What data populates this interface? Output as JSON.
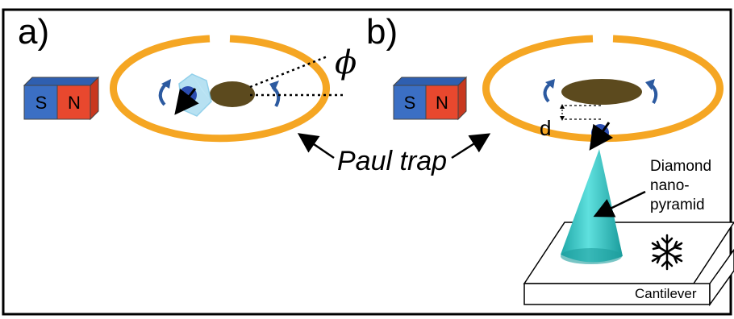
{
  "panels": {
    "a": {
      "label": "a)"
    },
    "b": {
      "label": "b)"
    }
  },
  "magnets": {
    "south_label": "S",
    "north_label": "N"
  },
  "labels": {
    "phi": "ϕ",
    "d": "d",
    "paul_trap": "Paul trap",
    "diamond_lines": [
      "Diamond",
      "nano-",
      "pyramid"
    ],
    "cantilever": "Cantilever"
  },
  "colors": {
    "trap_ring": "#F5A623",
    "magnet_south": "#3B6FC4",
    "magnet_north": "#E8482E",
    "particle_disk": "#5C4A1E",
    "pyramid": "#2FC1C1",
    "nv_particle": "#2B4DB0",
    "rotation_arrow": "#2C5AA0",
    "crystal": "#9FD8EE"
  },
  "icons": [
    "snowflake-icon",
    "rotation-arrow-icon",
    "bar-magnet-icon"
  ]
}
